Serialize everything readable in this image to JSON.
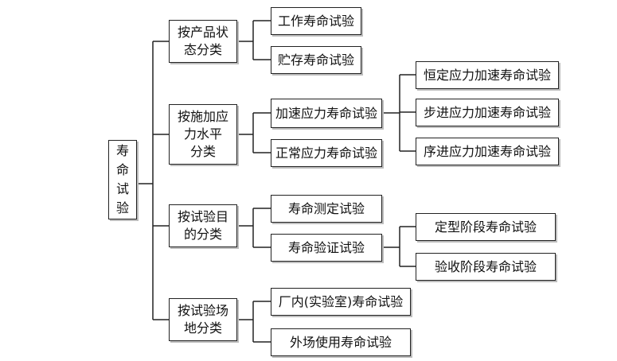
{
  "root": {
    "label": "寿命试验"
  },
  "categories": [
    {
      "label_lines": [
        "按产品状",
        "态分类"
      ]
    },
    {
      "label_lines": [
        "按施加应",
        "力水平",
        "分类"
      ]
    },
    {
      "label_lines": [
        "按试验目",
        "的分类"
      ]
    },
    {
      "label_lines": [
        "按试验场",
        "地分类"
      ]
    }
  ],
  "leaves": {
    "work_life": "工作寿命试验",
    "storage_life": "贮存寿命试验",
    "accelerated_stress": "加速应力寿命试验",
    "normal_stress": "正常应力寿命试验",
    "constant_stress": "恒定应力加速寿命试验",
    "step_stress": "步进应力加速寿命试验",
    "progressive_stress": "序进应力加速寿命试验",
    "life_measurement": "寿命测定试验",
    "life_verification": "寿命验证试验",
    "type_stage": "定型阶段寿命试验",
    "acceptance_stage": "验收阶段寿命试验",
    "in_house": "厂内(实验室)寿命试验",
    "field_use": "外场使用寿命试验"
  }
}
